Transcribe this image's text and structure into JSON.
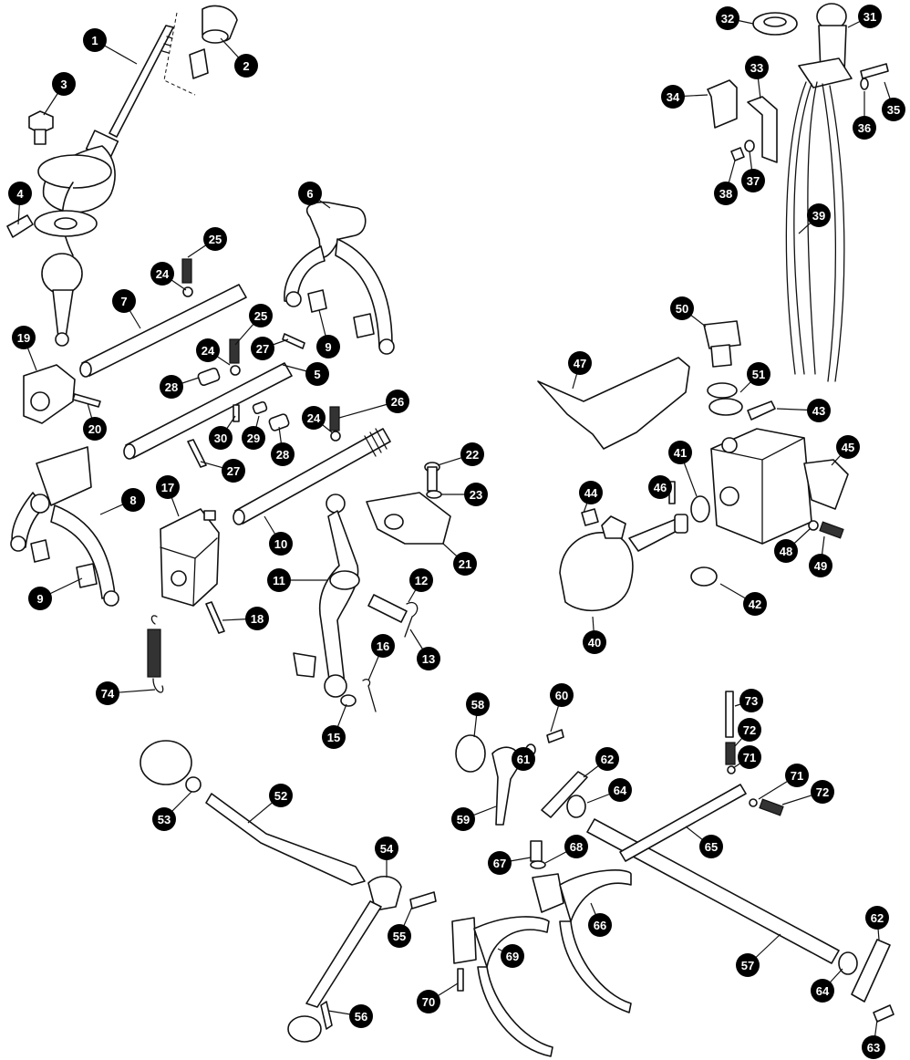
{
  "diagram": {
    "style": "exploded parts diagram",
    "colors": {
      "line": "#111111",
      "callout_fill": "#000000",
      "callout_text": "#ffffff",
      "background": "#ffffff"
    },
    "callouts": [
      "1",
      "2",
      "3",
      "4",
      "5",
      "6",
      "7",
      "8",
      "9",
      "9",
      "10",
      "11",
      "12",
      "13",
      "15",
      "16",
      "17",
      "18",
      "19",
      "20",
      "21",
      "22",
      "23",
      "24",
      "24",
      "24",
      "25",
      "25",
      "26",
      "27",
      "27",
      "28",
      "28",
      "29",
      "30",
      "31",
      "32",
      "33",
      "34",
      "35",
      "36",
      "37",
      "38",
      "39",
      "40",
      "41",
      "42",
      "43",
      "44",
      "45",
      "46",
      "47",
      "48",
      "49",
      "50",
      "51",
      "52",
      "53",
      "54",
      "55",
      "56",
      "57",
      "58",
      "59",
      "60",
      "61",
      "62",
      "62",
      "63",
      "64",
      "64",
      "65",
      "66",
      "67",
      "68",
      "69",
      "70",
      "71",
      "71",
      "72",
      "72",
      "73",
      "74"
    ]
  }
}
